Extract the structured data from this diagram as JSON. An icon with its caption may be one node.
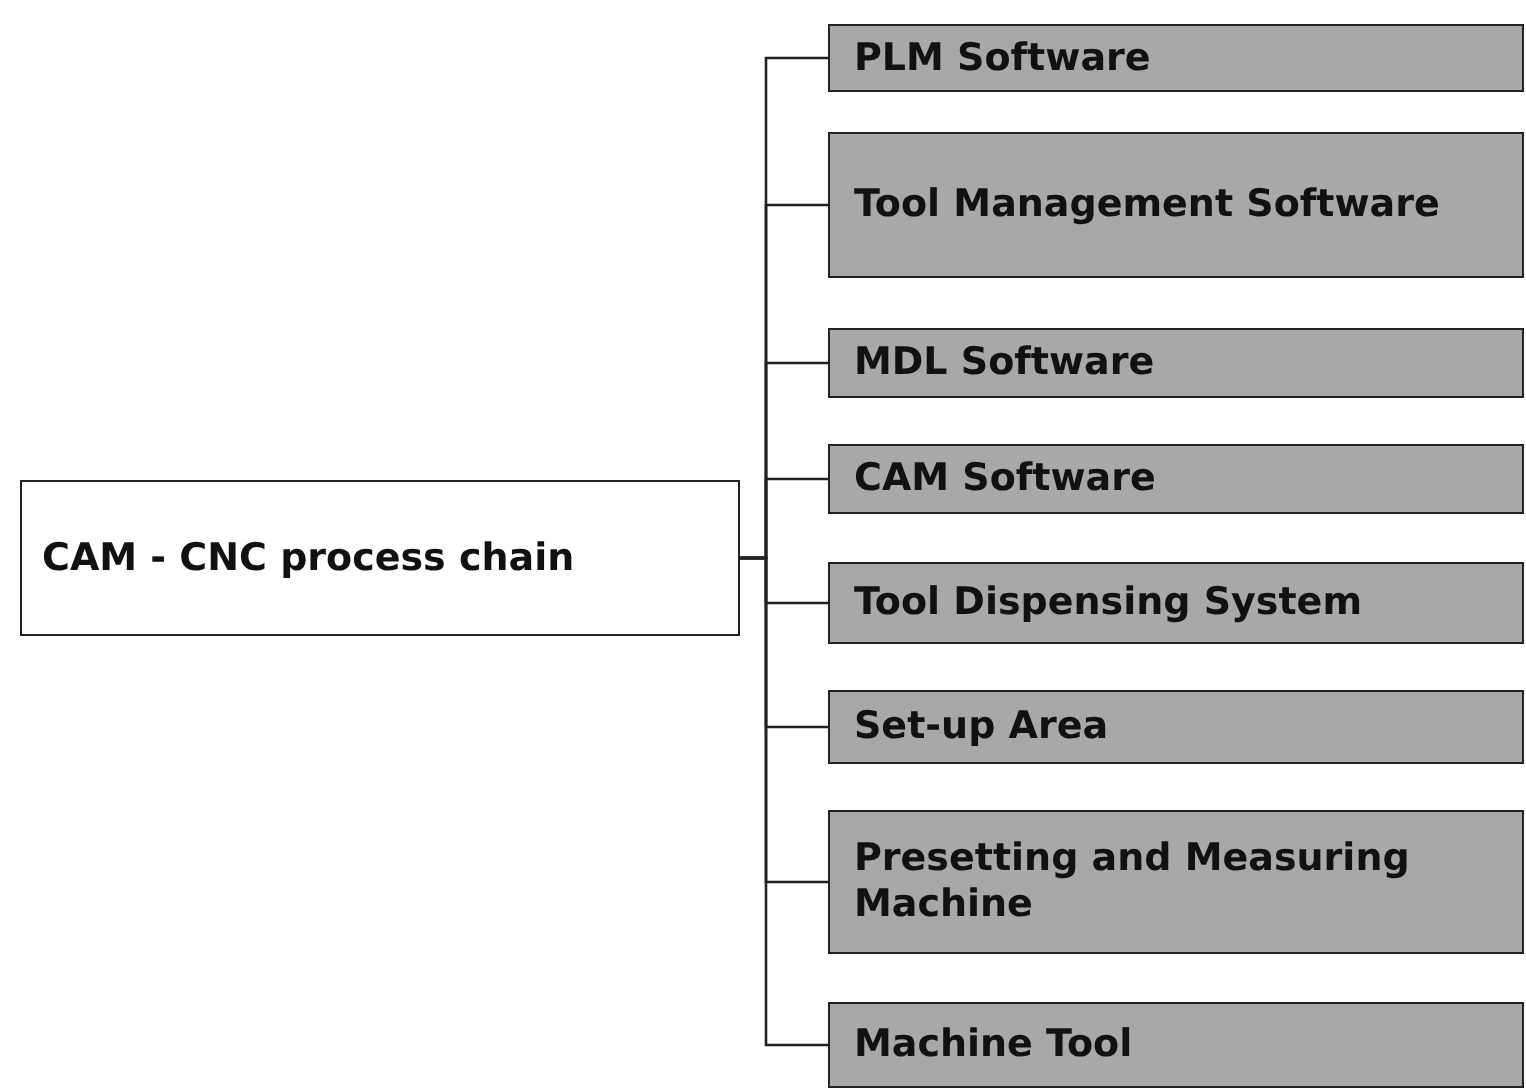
{
  "diagram": {
    "nodes": [
      {
        "text": [
          "CAM - CNC process chain"
        ]
      },
      {
        "text": [
          "PLM Software"
        ]
      },
      {
        "text": [
          "Tool Management Software"
        ]
      },
      {
        "text": [
          "MDL Software"
        ]
      },
      {
        "text": [
          "CAM Software"
        ]
      },
      {
        "text": [
          "Tool Dispensing System"
        ]
      },
      {
        "text": [
          "Set-up Area"
        ]
      },
      {
        "text": [
          "Presetting and Measuring Machine"
        ]
      },
      {
        "text": [
          "Machine Tool"
        ]
      }
    ],
    "edges": [
      {
        "from": 0,
        "to": 1,
        "arrow": "none"
      },
      {
        "from": 0,
        "to": 2,
        "arrow": "none"
      },
      {
        "from": 0,
        "to": 3,
        "arrow": "none"
      },
      {
        "from": 0,
        "to": 4,
        "arrow": "none"
      },
      {
        "from": 0,
        "to": 5,
        "arrow": "none"
      },
      {
        "from": 0,
        "to": 6,
        "arrow": "none"
      },
      {
        "from": 0,
        "to": 7,
        "arrow": "none"
      },
      {
        "from": 0,
        "to": 8,
        "arrow": "none"
      }
    ]
  }
}
